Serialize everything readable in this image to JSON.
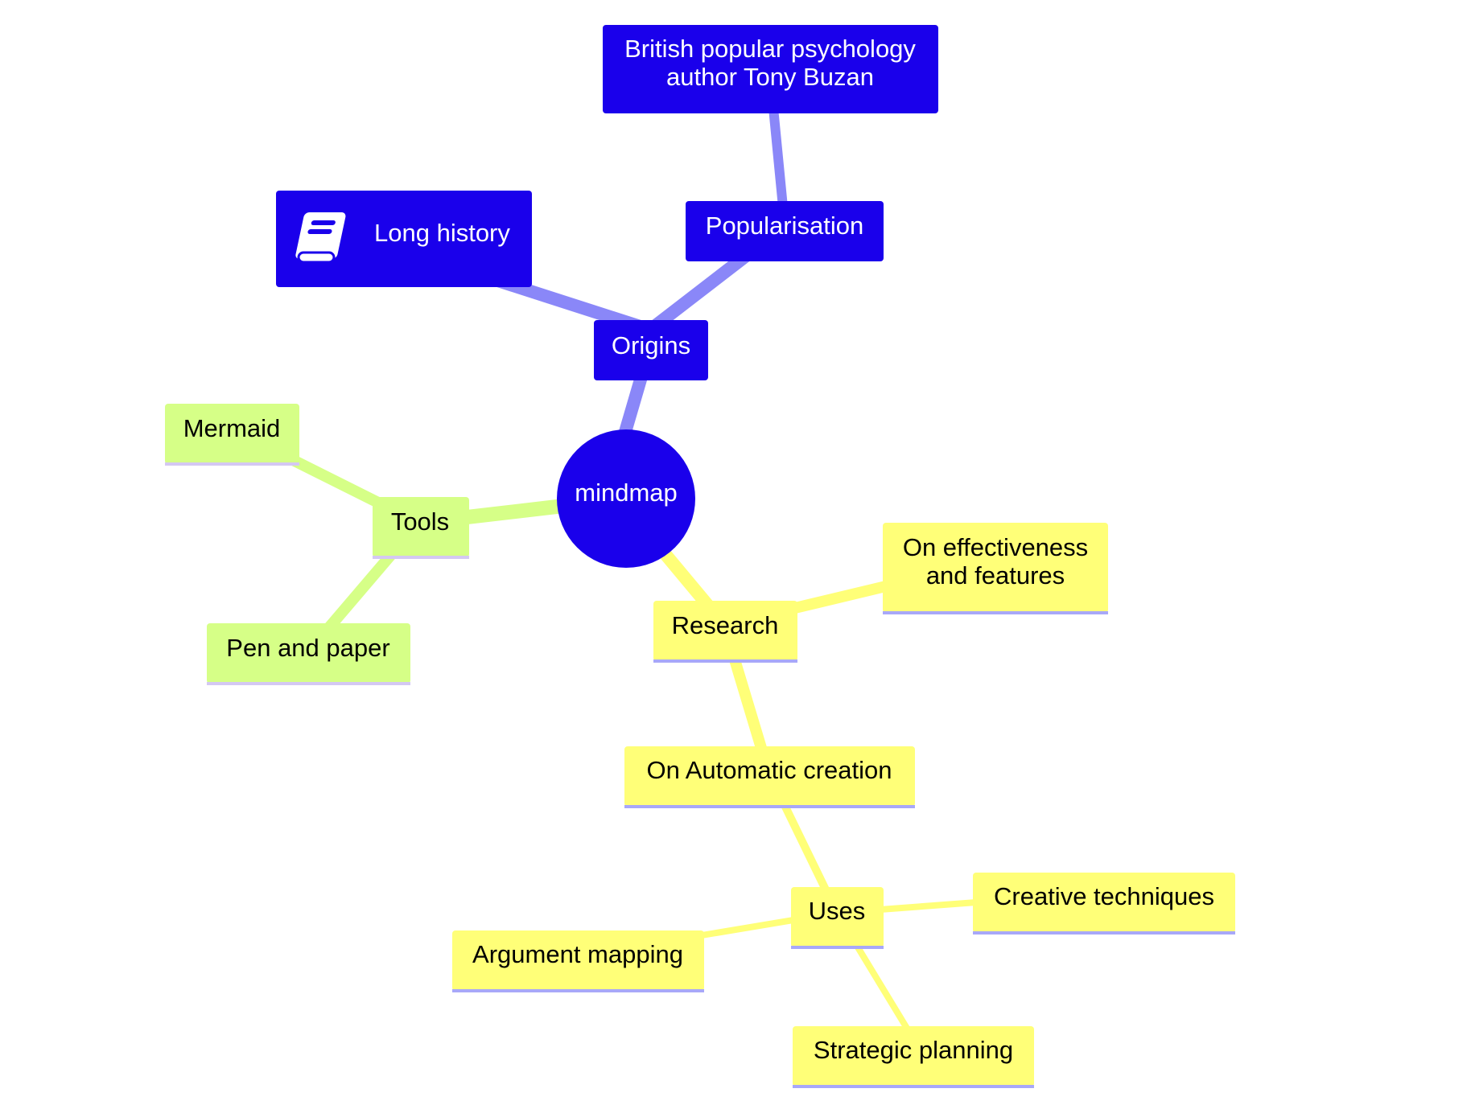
{
  "mindmap": {
    "root": {
      "label": "mindmap"
    },
    "branches": {
      "origins": {
        "label": "Origins",
        "long_history": {
          "label": "Long history",
          "icon": "book-icon"
        },
        "popularisation": {
          "label": "Popularisation"
        },
        "author": {
          "lines": [
            "British popular psychology",
            "author Tony  Buzan"
          ]
        }
      },
      "research": {
        "label": "Research",
        "effectiveness": {
          "lines": [
            "On effectiveness",
            "and features"
          ]
        },
        "automatic": {
          "label": "On Automatic creation"
        },
        "uses": {
          "label": "Uses",
          "creative": {
            "label": "Creative techniques"
          },
          "argument": {
            "label": "Argument mapping"
          },
          "strategic": {
            "label": "Strategic planning"
          }
        }
      },
      "tools": {
        "label": "Tools",
        "mermaid": {
          "label": "Mermaid"
        },
        "pen": {
          "label": "Pen and paper"
        }
      }
    }
  },
  "colors": {
    "origins_fill": "#1a00eb",
    "origins_edge": "#8a87f8",
    "origins_text": "#ffffff",
    "research_fill": "#ffff78",
    "research_edge": "#ffff78",
    "research_text": "#000000",
    "tools_fill": "#d6ff87",
    "tools_edge": "#d6ff87",
    "tools_text": "#000000",
    "underline": "#a8a8f8",
    "underline_tools": "#d4c8f2"
  }
}
